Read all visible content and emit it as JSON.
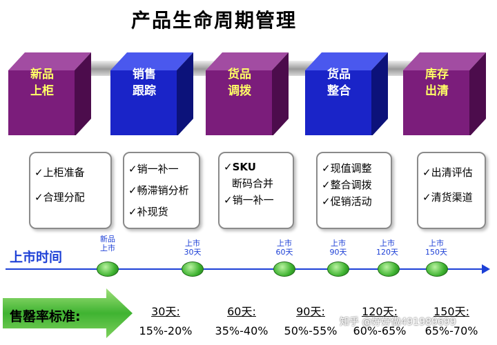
{
  "title": "产品生命周期管理",
  "colors": {
    "purple": "#7b1d7b",
    "blue": "#1a24c8",
    "axis": "#1c3fd6",
    "green": "#3fb331"
  },
  "stages": [
    {
      "label": [
        "新品",
        "上柜"
      ],
      "color": "purple",
      "text_color": "#ffff66"
    },
    {
      "label": [
        "销售",
        "跟踪"
      ],
      "color": "blue",
      "text_color": "#ffffff"
    },
    {
      "label": [
        "货品",
        "调拨"
      ],
      "color": "purple",
      "text_color": "#ffff66"
    },
    {
      "label": [
        "货品",
        "整合"
      ],
      "color": "blue",
      "text_color": "#ffffff"
    },
    {
      "label": [
        "库存",
        "出清"
      ],
      "color": "purple",
      "text_color": "#ffff66"
    }
  ],
  "tasks": [
    [
      "✓上柜准备",
      "✓合理分配"
    ],
    [
      "✓销一补一",
      "✓畅滞销分析",
      "✓补现货"
    ],
    [
      "✓SKU",
      "断码合并",
      "✓销一补一"
    ],
    [
      "✓现值调整",
      "✓整合调拨",
      "✓促销活动"
    ],
    [
      "✓出清评估",
      "✓清货渠道"
    ]
  ],
  "timeline": {
    "label": "上市时间",
    "milestones": [
      [
        "新品",
        "上市"
      ],
      [
        "上市",
        "30天"
      ],
      [
        "上市",
        "60天"
      ],
      [
        "上市",
        "90天"
      ],
      [
        "上市",
        "120天"
      ],
      [
        "上市",
        "150天"
      ]
    ]
  },
  "sell_through": {
    "label": "售罄率标准:",
    "rates": [
      {
        "day": "30天:",
        "range": "15%-20%"
      },
      {
        "day": "60天:",
        "range": "35%-40%"
      },
      {
        "day": "90天:",
        "range": "50%-55%"
      },
      {
        "day": "120天:",
        "range": "60%-65%"
      },
      {
        "day": "150天:",
        "range": "65%-70%"
      }
    ]
  },
  "watermark": "知乎 @好好做491989699"
}
